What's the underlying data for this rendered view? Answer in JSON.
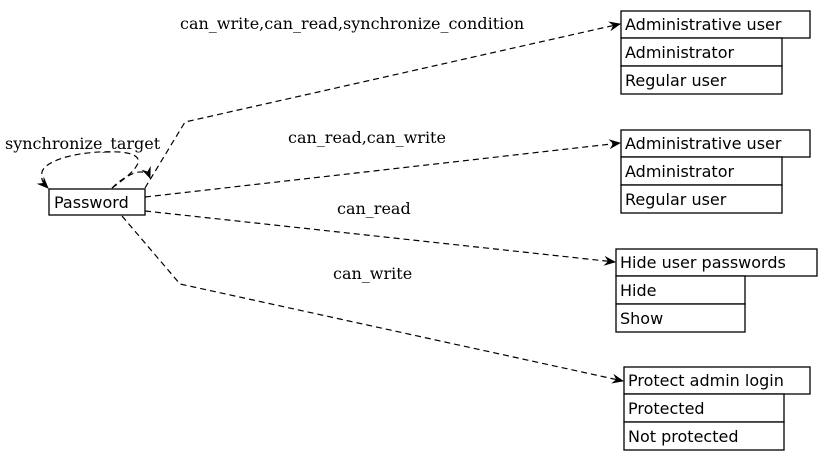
{
  "source_node": {
    "label": "Password"
  },
  "self_edge": {
    "label": "synchronize_target"
  },
  "edges": [
    {
      "label": "can_write,can_read,synchronize_condition"
    },
    {
      "label": "can_read,can_write"
    },
    {
      "label": "can_read"
    },
    {
      "label": "can_write"
    }
  ],
  "targets": [
    {
      "title": "Administrative user",
      "options": [
        "Administrator",
        "Regular user"
      ]
    },
    {
      "title": "Administrative user",
      "options": [
        "Administrator",
        "Regular user"
      ]
    },
    {
      "title": "Hide user passwords",
      "options": [
        "Hide",
        "Show"
      ]
    },
    {
      "title": "Protect admin login",
      "options": [
        "Protected",
        "Not protected"
      ]
    }
  ]
}
